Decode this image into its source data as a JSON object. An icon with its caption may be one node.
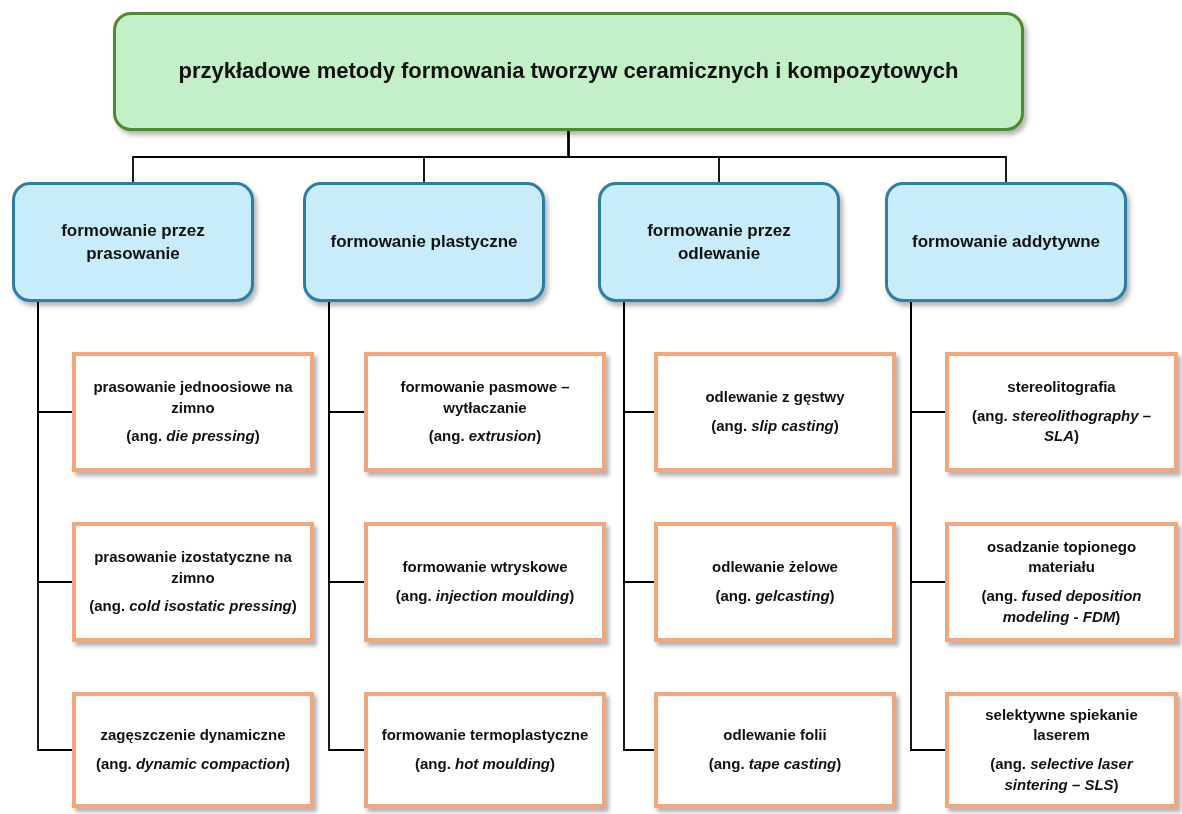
{
  "diagram": {
    "nodes": [
      {
        "text": [
          "przykładowe metody formowania tworzyw ceramicznych i kompozytowych"
        ]
      },
      {
        "text": [
          "formowanie przez prasowanie"
        ]
      },
      {
        "text": [
          "formowanie plastyczne"
        ]
      },
      {
        "text": [
          "formowanie przez odlewanie"
        ]
      },
      {
        "text": [
          "formowanie addytywne"
        ]
      },
      {
        "text": [
          "prasowanie jednoosiowe na zimno",
          "(ang. *die pressing*)"
        ]
      },
      {
        "text": [
          "prasowanie izostatyczne na zimno",
          "(ang. *cold isostatic pressing*)"
        ]
      },
      {
        "text": [
          "zagęszczenie dynamiczne",
          "(ang. *dynamic compaction*)"
        ]
      },
      {
        "text": [
          "formowanie pasmowe – wytłaczanie",
          "(ang. *extrusion*)"
        ]
      },
      {
        "text": [
          "formowanie wtryskowe",
          "(ang. *injection moulding*)"
        ]
      },
      {
        "text": [
          "formowanie termoplastyczne",
          "(ang. *hot moulding*)"
        ]
      },
      {
        "text": [
          "odlewanie z gęstwy",
          "(ang. *slip casting*)"
        ]
      },
      {
        "text": [
          "odlewanie żelowe",
          "(ang. *gelcasting*)"
        ]
      },
      {
        "text": [
          "odlewanie folii",
          "(ang. *tape casting*)"
        ]
      },
      {
        "text": [
          "stereolitografia",
          "(ang. *stereolithography – SLA*)"
        ]
      },
      {
        "text": [
          "osadzanie topionego materiału",
          "(ang. *fused deposition modeling - FDM*)"
        ]
      },
      {
        "text": [
          "selektywne spiekanie laserem",
          "(ang. *selective laser sintering – SLS*)"
        ]
      }
    ],
    "edges": [
      {
        "from": 0,
        "to": 1,
        "arrow": "none"
      },
      {
        "from": 0,
        "to": 2,
        "arrow": "none"
      },
      {
        "from": 0,
        "to": 3,
        "arrow": "none"
      },
      {
        "from": 0,
        "to": 4,
        "arrow": "none"
      },
      {
        "from": 1,
        "to": 5,
        "arrow": "none"
      },
      {
        "from": 1,
        "to": 6,
        "arrow": "none"
      },
      {
        "from": 1,
        "to": 7,
        "arrow": "none"
      },
      {
        "from": 2,
        "to": 8,
        "arrow": "none"
      },
      {
        "from": 2,
        "to": 9,
        "arrow": "none"
      },
      {
        "from": 2,
        "to": 10,
        "arrow": "none"
      },
      {
        "from": 3,
        "to": 11,
        "arrow": "none"
      },
      {
        "from": 3,
        "to": 12,
        "arrow": "none"
      },
      {
        "from": 3,
        "to": 13,
        "arrow": "none"
      },
      {
        "from": 4,
        "to": 14,
        "arrow": "none"
      },
      {
        "from": 4,
        "to": 15,
        "arrow": "none"
      },
      {
        "from": 4,
        "to": 16,
        "arrow": "none"
      }
    ]
  }
}
